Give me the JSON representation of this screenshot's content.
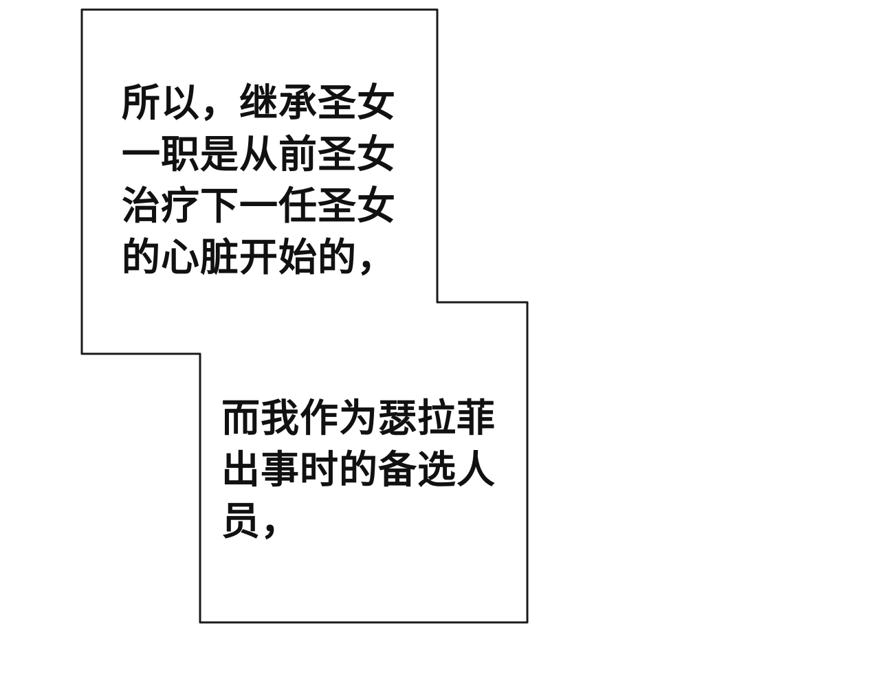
{
  "panel": {
    "border_color": "#1a1a1a",
    "background_color": "#ffffff",
    "text_color": "#111111"
  },
  "caption_top": {
    "lines": [
      "所以，继承圣女",
      "一职是从前圣女",
      "治疗下一任圣女",
      "的心脏开始的，"
    ]
  },
  "caption_bottom": {
    "lines": [
      "而我作为瑟拉菲",
      "出事时的备选人",
      "员，"
    ]
  }
}
